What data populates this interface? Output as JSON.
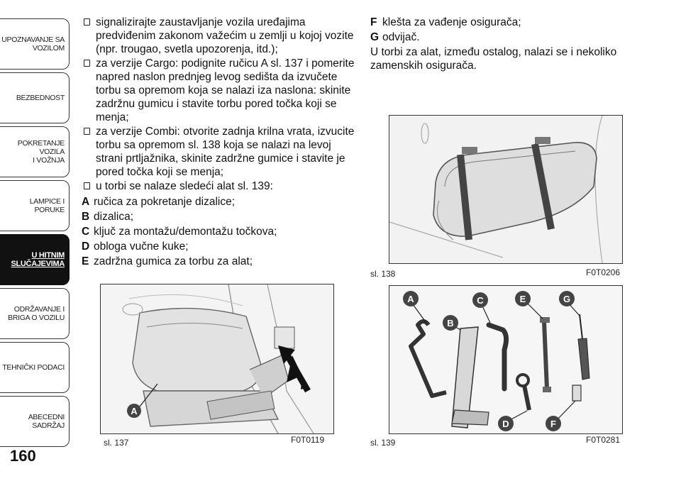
{
  "sidebar": {
    "tabs": [
      {
        "label": "UPOZNAVANJE SA\nVOZILOM"
      },
      {
        "label": "BEZBEDNOST"
      },
      {
        "label": "POKRETANJE VOZILA\nI VOŽNJA"
      },
      {
        "label": "LAMPICE I PORUKE"
      },
      {
        "label": "U HITNIM\nSLUČAJEVIMA"
      },
      {
        "label": "ODRŽAVANJE I\nBRIGA O VOZILU"
      },
      {
        "label": "TEHNIČKI PODACI"
      },
      {
        "label": "ABECEDNI SADRŽAJ"
      }
    ]
  },
  "page_number": "160",
  "left_column": {
    "bullets": [
      "signalizirajte zaustavljanje vozila uređajima predviđenim zakonom važećim u zemlji u kojoj vozite (npr. trougao, svetla upozorenja, itd.);",
      "za verzije Cargo: podignite ručicu A sl. 137 i pomerite napred naslon prednjeg levog sedišta da izvučete torbu sa opremom koja se nalazi iza naslona: skinite zadržnu gumicu i stavite torbu pored točka koji se menja;",
      "za verzije Combi: otvorite zadnja krilna vrata, izvucite torbu sa opremom sl. 138 koja se nalazi na levoj strani prtljažnika, skinite zadržne gumice i stavite je pored točka koji se menja;",
      "u torbi se nalaze sledeći alat sl. 139:"
    ],
    "items": [
      {
        "letter": "A",
        "text": "ručica za pokretanje dizalice;"
      },
      {
        "letter": "B",
        "text": "dizalica;"
      },
      {
        "letter": "C",
        "text": "ključ za montažu/demontažu točkova;"
      },
      {
        "letter": "D",
        "text": "obloga vučne kuke;"
      },
      {
        "letter": "E",
        "text": "zadržna gumica za torbu za alat;"
      }
    ]
  },
  "right_column": {
    "items": [
      {
        "letter": "F",
        "text": "klešta za vađenje osigurača;"
      },
      {
        "letter": "G",
        "text": "odvijač."
      }
    ],
    "paragraph": "U torbi za alat, između ostalog, nalazi se i nekoliko zamenskih osigurača."
  },
  "figures": {
    "fig137": {
      "caption": "sl. 137",
      "code": "F0T0119",
      "label_a": "A"
    },
    "fig138": {
      "caption": "sl. 138",
      "code": "F0T0206"
    },
    "fig139": {
      "caption": "sl. 139",
      "code": "F0T0281",
      "labels": [
        "A",
        "B",
        "C",
        "D",
        "E",
        "F",
        "G"
      ]
    }
  },
  "colors": {
    "label_fill": "#444444",
    "active_tab": "#111111"
  }
}
